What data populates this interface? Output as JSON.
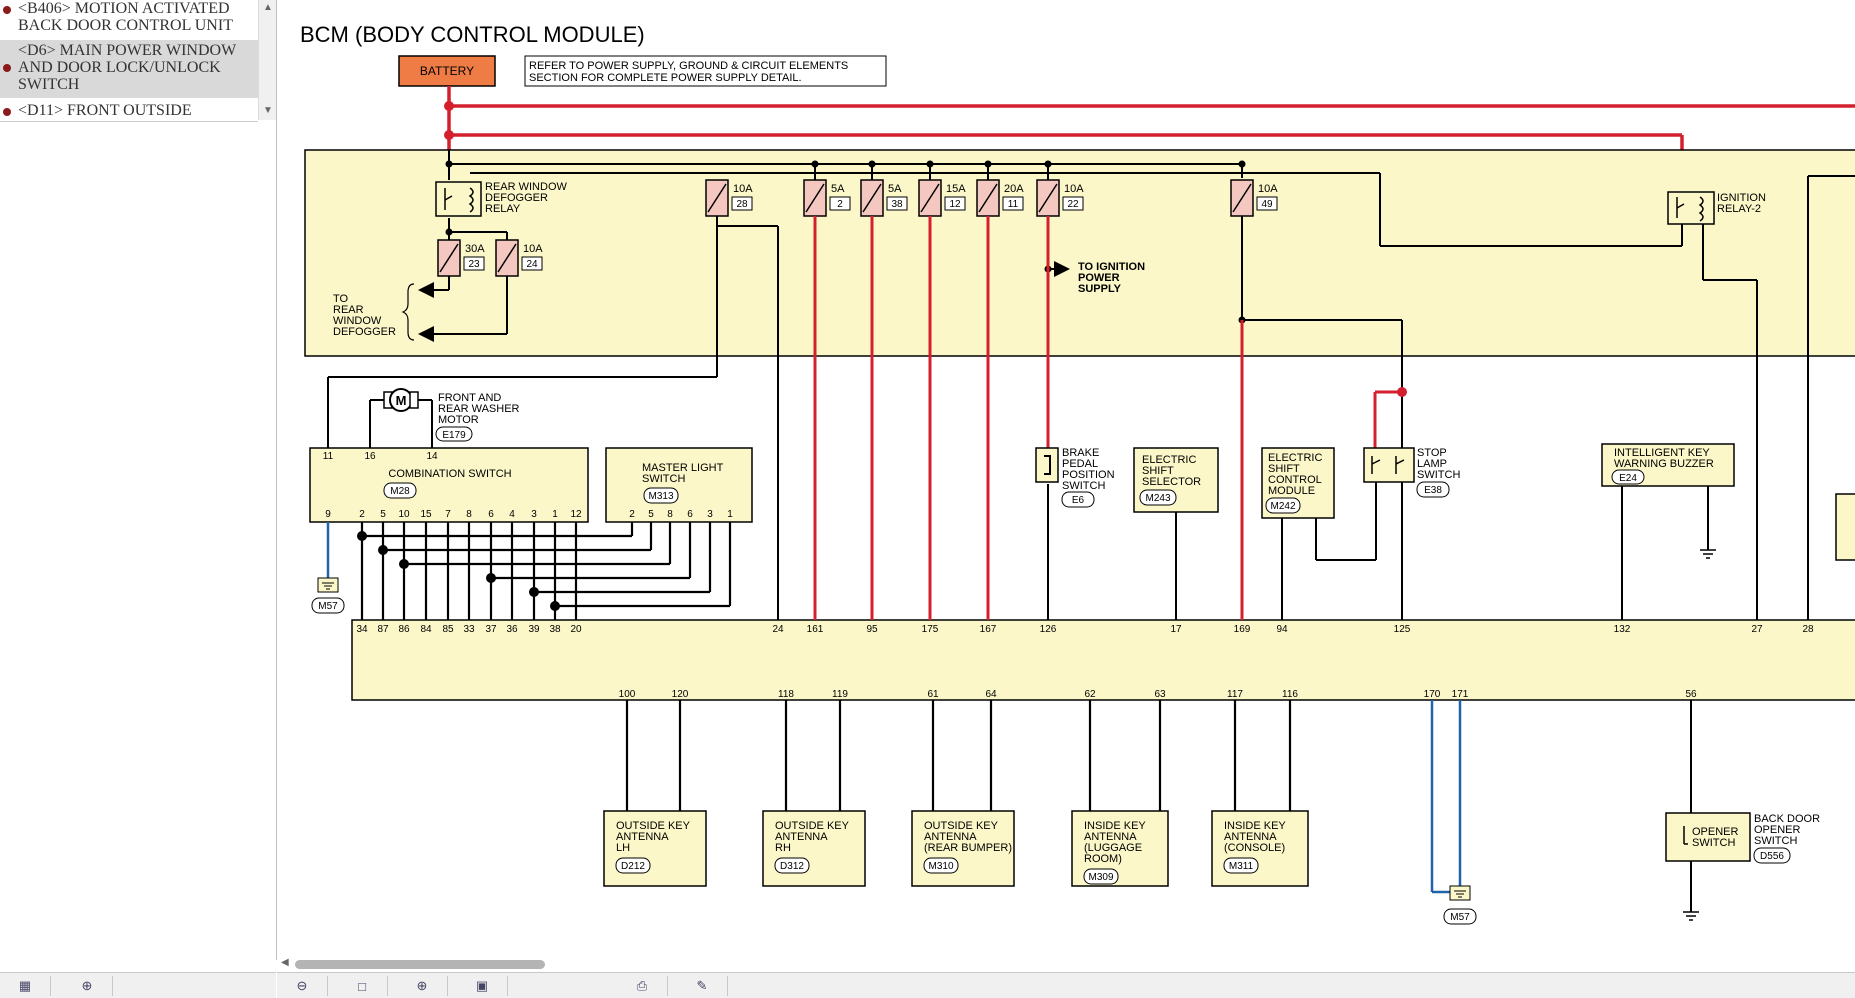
{
  "sidebar": {
    "items": [
      {
        "label": "<B406> MOTION ACTIVATED BACK DOOR CONTROL UNIT"
      },
      {
        "label": "<D6> MAIN POWER WINDOW AND DOOR LOCK/UNLOCK SWITCH"
      },
      {
        "label": "<D11> FRONT OUTSIDE"
      }
    ]
  },
  "diagram": {
    "title": "BCM (BODY CONTROL MODULE)",
    "battery_label": "BATTERY",
    "power_note_line1": "REFER TO POWER SUPPLY, GROUND & CIRCUIT ELEMENTS",
    "power_note_line2": "SECTION FOR COMPLETE POWER SUPPLY DETAIL.",
    "relay_rear_defogger": [
      "REAR WINDOW",
      "DEFOGGER",
      "RELAY"
    ],
    "to_rear_defogger": [
      "TO",
      "REAR",
      "WINDOW",
      "DEFOGGER"
    ],
    "to_ignition": [
      "TO IGNITION",
      "POWER",
      "SUPPLY"
    ],
    "ignition_relay": [
      "IGNITION",
      "RELAY-2"
    ],
    "fuses": [
      {
        "amp": "10A",
        "num": "28"
      },
      {
        "amp": "5A",
        "num": "2"
      },
      {
        "amp": "5A",
        "num": "38"
      },
      {
        "amp": "15A",
        "num": "12"
      },
      {
        "amp": "20A",
        "num": "11"
      },
      {
        "amp": "10A",
        "num": "22"
      },
      {
        "amp": "10A",
        "num": "49"
      },
      {
        "amp": "30A",
        "num": "23"
      },
      {
        "amp": "10A",
        "num": "24"
      }
    ],
    "washer_motor": [
      "FRONT AND",
      "REAR WASHER",
      "MOTOR"
    ],
    "washer_motor_conn": "E179",
    "motor_symbol": "M",
    "combination_switch": {
      "label": "COMBINATION SWITCH",
      "conn": "M28",
      "top_pins": [
        "11",
        "16",
        "14"
      ],
      "bottom_pins": [
        "9",
        "2",
        "5",
        "10",
        "15",
        "7",
        "8",
        "6",
        "4",
        "3",
        "1",
        "12"
      ]
    },
    "master_light_switch": {
      "label1": "MASTER LIGHT",
      "label2": "SWITCH",
      "conn": "M313",
      "pins": [
        "2",
        "5",
        "8",
        "6",
        "3",
        "1"
      ]
    },
    "ground_conn_left": "M57",
    "brake_switch": {
      "label": [
        "BRAKE",
        "PEDAL",
        "POSITION",
        "SWITCH"
      ],
      "conn": "E6"
    },
    "shift_selector": {
      "label": [
        "ELECTRIC",
        "SHIFT",
        "SELECTOR"
      ],
      "conn": "M243"
    },
    "shift_control": {
      "label": [
        "ELECTRIC",
        "SHIFT",
        "CONTROL",
        "MODULE"
      ],
      "conn": "M242"
    },
    "stop_lamp": {
      "label": [
        "STOP",
        "LAMP",
        "SWITCH"
      ],
      "conn": "E38"
    },
    "key_buzzer": {
      "label": [
        "INTELLIGENT KEY",
        "WARNING BUZZER"
      ],
      "conn": "E24"
    },
    "bcm_top_pins": [
      "34",
      "87",
      "86",
      "84",
      "85",
      "33",
      "37",
      "36",
      "39",
      "38",
      "20",
      "24",
      "161",
      "95",
      "175",
      "167",
      "126",
      "17",
      "169",
      "94",
      "125",
      "132",
      "27",
      "28"
    ],
    "bcm_bottom_pins": [
      "100",
      "120",
      "118",
      "119",
      "61",
      "64",
      "62",
      "63",
      "117",
      "116",
      "170",
      "171",
      "56"
    ],
    "antennas": [
      {
        "label": [
          "OUTSIDE KEY",
          "ANTENNA",
          "LH"
        ],
        "conn": "D212"
      },
      {
        "label": [
          "OUTSIDE KEY",
          "ANTENNA",
          "RH"
        ],
        "conn": "D312"
      },
      {
        "label": [
          "OUTSIDE KEY",
          "ANTENNA",
          "(REAR BUMPER)"
        ],
        "conn": "M310"
      },
      {
        "label": [
          "INSIDE KEY",
          "ANTENNA",
          "(LUGGAGE",
          "ROOM)"
        ],
        "conn": "M309"
      },
      {
        "label": [
          "INSIDE KEY",
          "ANTENNA",
          "(CONSOLE)"
        ],
        "conn": "M311"
      }
    ],
    "ground_conn_mid": "M57",
    "back_door_opener": {
      "label": [
        "BACK DOOR",
        "OPENER",
        "SWITCH"
      ],
      "inner": [
        "OPENER",
        "SWITCH"
      ],
      "conn": "D556"
    }
  },
  "colors": {
    "box_fill": "#fbf7c8",
    "wire_red": "#d4202e",
    "wire_blue": "#1f63a8",
    "battery_fill": "#f07c45",
    "fuse_fill": "#f4c8c0"
  },
  "toolbar_icons": [
    "grid-view-icon",
    "zoom-in-icon",
    "zoom-out-icon",
    "page-icon",
    "zoom-in-icon",
    "fit-page-icon",
    "print-icon",
    "tools-icon"
  ]
}
